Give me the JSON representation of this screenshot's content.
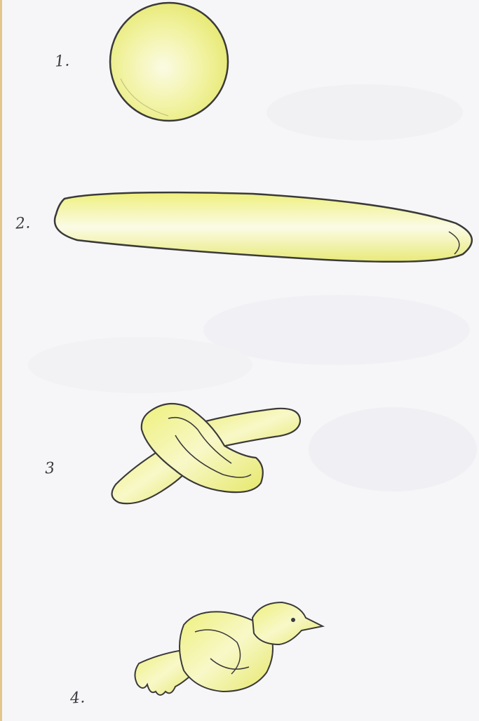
{
  "steps": [
    {
      "number": "1.",
      "shape": "dough-ball"
    },
    {
      "number": "2.",
      "shape": "dough-rope"
    },
    {
      "number": "3",
      "shape": "dough-knot"
    },
    {
      "number": "4.",
      "shape": "dough-bird"
    }
  ],
  "colors": {
    "dough_fill": "#eef08a",
    "dough_light": "#fbfbe0",
    "outline": "#3c3c3c",
    "paper": "#f6f6f8"
  }
}
